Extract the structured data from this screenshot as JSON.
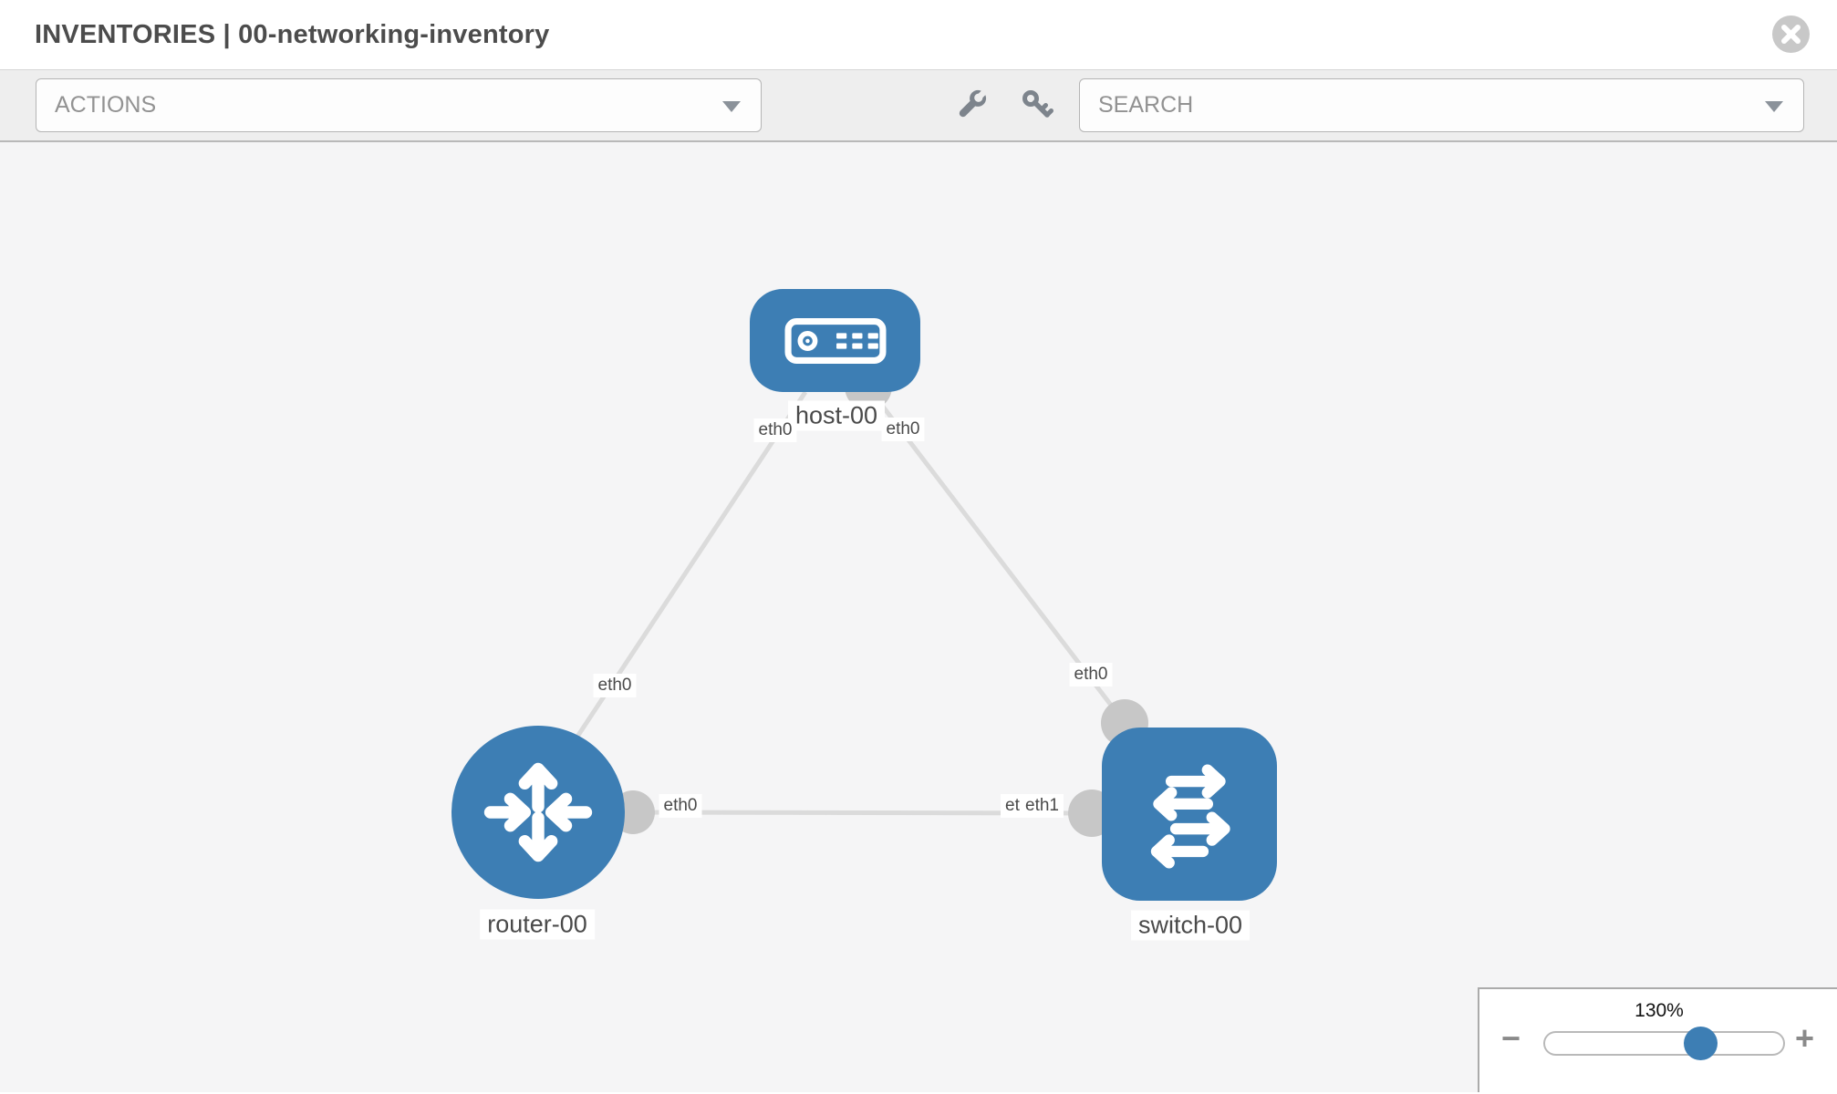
{
  "window": {
    "title": "INVENTORIES | 00-networking-inventory",
    "close_icon": "x-circle"
  },
  "toolbar": {
    "actions_label": "ACTIONS",
    "search_placeholder": "SEARCH",
    "wrench_icon": "wrench",
    "key_icon": "key"
  },
  "diagram": {
    "nodes": [
      {
        "id": "host-00",
        "label": "host-00",
        "type": "host",
        "shape": "rounded-rect"
      },
      {
        "id": "router-00",
        "label": "router-00",
        "type": "router",
        "shape": "circle"
      },
      {
        "id": "switch-00",
        "label": "switch-00",
        "type": "switch",
        "shape": "rounded-square"
      }
    ],
    "links": [
      {
        "source": "host-00",
        "source_if": "eth0",
        "target": "router-00",
        "target_if": "eth0"
      },
      {
        "source": "host-00",
        "source_if": "eth0",
        "target": "switch-00",
        "target_if": "eth0"
      },
      {
        "source": "router-00",
        "source_if": "eth0",
        "target": "switch-00",
        "target_if": "eth1"
      }
    ],
    "interface_labels": {
      "host_to_router_host_end": "eth0",
      "host_to_switch_host_end": "eth0",
      "host_to_router_router_end": "eth0",
      "host_to_switch_switch_end": "eth0",
      "router_to_switch_router_end": "eth0",
      "router_to_switch_overlap_back": "eth0",
      "router_to_switch_switch_end": "eth1"
    }
  },
  "zoom_control": {
    "value": "130%",
    "minus_label": "−",
    "plus_label": "+",
    "percent": 65,
    "handle_style": "left:224px"
  },
  "colors": {
    "node_fill": "#3d7eb4",
    "link": "#dbdbdb",
    "endpoint": "#c7c7c7",
    "toolbar_bg": "#eeeeee",
    "canvas_bg": "#f5f5f6"
  }
}
